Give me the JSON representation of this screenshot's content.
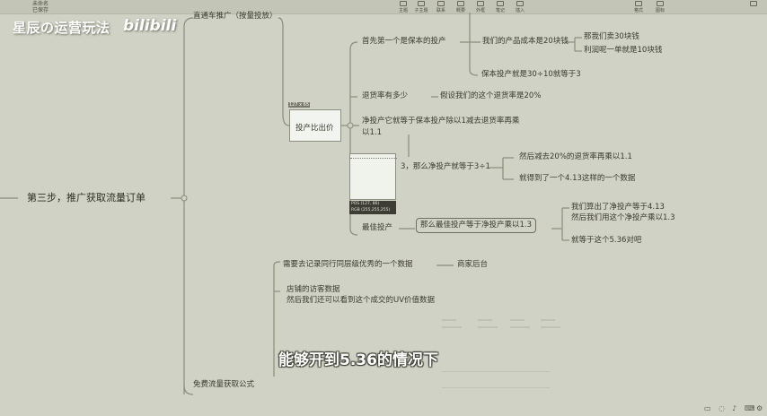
{
  "app": {
    "doc_title": "未命名",
    "doc_subtitle": "已保存"
  },
  "toolbar": {
    "buttons": [
      {
        "label": "主题",
        "icon": "topic-icon"
      },
      {
        "label": "子主题",
        "icon": "subtopic-icon"
      },
      {
        "label": "联系",
        "icon": "link-icon"
      },
      {
        "label": "概要",
        "icon": "summary-icon"
      },
      {
        "label": "外框",
        "icon": "boundary-icon"
      },
      {
        "label": "笔记",
        "icon": "note-icon"
      },
      {
        "label": "插入",
        "icon": "insert-icon"
      }
    ],
    "right_buttons": [
      {
        "label": "格式",
        "icon": "format-icon"
      },
      {
        "label": "图标",
        "icon": "icon-panel-icon"
      }
    ]
  },
  "overlay": {
    "watermark": "星辰の运营玩法",
    "bili_logo": "bilibili",
    "subtitle": "能够开到5.36的情况下",
    "selection_size": "127 x 65",
    "picker_pos": "POS (127, 86)",
    "picker_rgb": "RGB (255,255,255)"
  },
  "mindmap": {
    "root": "第三步，推广获取流量订单",
    "top_branch": "直通车推广（按量投放）",
    "roi": {
      "label": "投产比出价",
      "cost": {
        "label": "首先第一个是保本的投产",
        "detail": "我们的产品成本是20块钱",
        "sell": "那我们卖30块钱",
        "profit": "利润呢一单就是10块钱",
        "result": "保本投产就是30÷10就等于3"
      },
      "refund": {
        "label": "退货率有多少",
        "detail": "假设我们的这个退货率是20%"
      },
      "net_line1": "净投产它就等于保本投产除以1减去退货率再乘",
      "net_line2": "以1.1",
      "net_equals": "3，那么净投产就等于3÷1",
      "step_a": "然后减去20%的退货率再乘以1.1",
      "step_b": "就得到了一个4.13这样的一个数据",
      "best": {
        "label": "最佳投产",
        "formula": "那么最佳投产等于净投产乘以1.3",
        "calc1": "我们算出了净投产等于4.13",
        "calc2": "然后我们用这个净投产乘以1.3",
        "calc3": "就等于这个5.36对吧"
      }
    },
    "free": {
      "label": "免费流量获取公式",
      "record": "需要去记录同行同层级优秀的一个数据",
      "backend": "商家后台",
      "store1": "店铺的访客数据",
      "store2": "然后我们还可以看到这个成交的UV价值数据"
    }
  },
  "colors": {
    "background": "#cfd2c4",
    "line": "#8a8d7c",
    "accent": "#d4d85a"
  }
}
